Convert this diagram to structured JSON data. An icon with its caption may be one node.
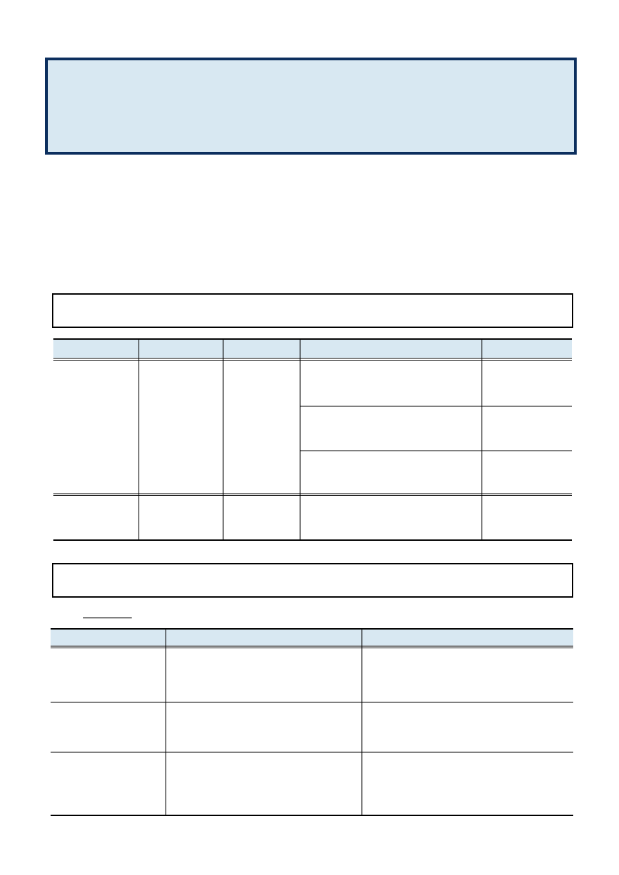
{
  "diagram": {
    "nodes": [
      {
        "text": [],
        "shape": "banner"
      },
      {
        "text": [],
        "shape": "box"
      },
      {
        "text": [],
        "shape": "box"
      }
    ]
  }
}
